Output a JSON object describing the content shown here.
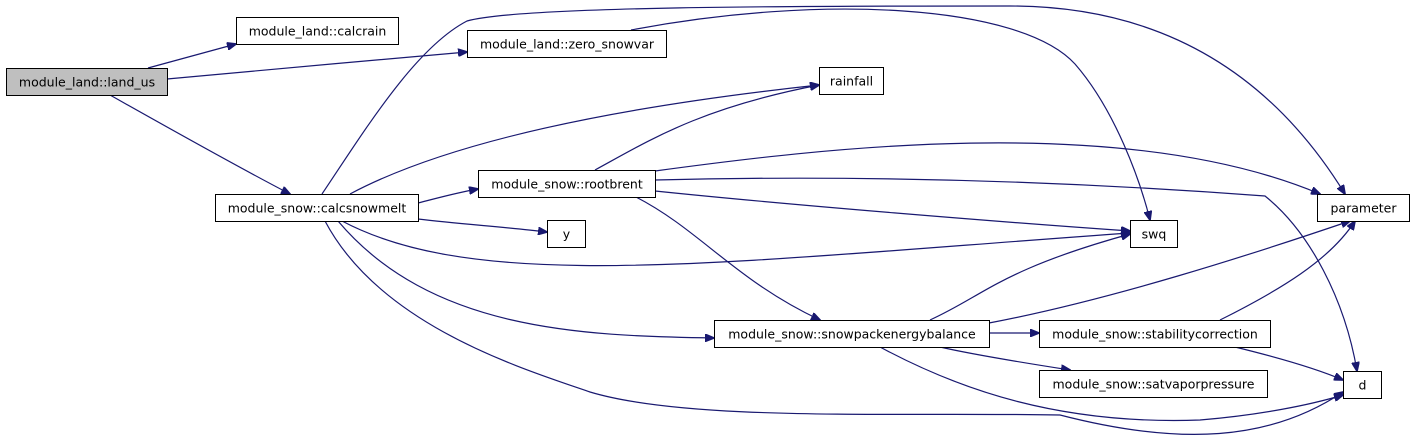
{
  "graph": {
    "nodes": [
      {
        "id": "land_us",
        "label": "module_land::land_us",
        "root": true
      },
      {
        "id": "calcrain",
        "label": "module_land::calcrain"
      },
      {
        "id": "zero_snowvar",
        "label": "module_land::zero_snowvar"
      },
      {
        "id": "rainfall",
        "label": "rainfall"
      },
      {
        "id": "rootbrent",
        "label": "module_snow::rootbrent"
      },
      {
        "id": "calcsnowmelt",
        "label": "module_snow::calcsnowmelt"
      },
      {
        "id": "y",
        "label": "y"
      },
      {
        "id": "swq",
        "label": "swq"
      },
      {
        "id": "parameter",
        "label": "parameter"
      },
      {
        "id": "snowpackenergybalance",
        "label": "module_snow::snowpackenergybalance"
      },
      {
        "id": "stabilitycorrection",
        "label": "module_snow::stabilitycorrection"
      },
      {
        "id": "satvaporpressure",
        "label": "module_snow::satvaporpressure"
      },
      {
        "id": "d",
        "label": "d"
      }
    ],
    "edges": [
      {
        "from": "land_us",
        "to": "calcrain"
      },
      {
        "from": "land_us",
        "to": "zero_snowvar"
      },
      {
        "from": "land_us",
        "to": "calcsnowmelt"
      },
      {
        "from": "zero_snowvar",
        "to": "swq"
      },
      {
        "from": "calcsnowmelt",
        "to": "parameter"
      },
      {
        "from": "calcsnowmelt",
        "to": "rainfall"
      },
      {
        "from": "calcsnowmelt",
        "to": "rootbrent"
      },
      {
        "from": "calcsnowmelt",
        "to": "y"
      },
      {
        "from": "calcsnowmelt",
        "to": "swq"
      },
      {
        "from": "calcsnowmelt",
        "to": "snowpackenergybalance"
      },
      {
        "from": "calcsnowmelt",
        "to": "d"
      },
      {
        "from": "rootbrent",
        "to": "rainfall"
      },
      {
        "from": "rootbrent",
        "to": "parameter"
      },
      {
        "from": "rootbrent",
        "to": "swq"
      },
      {
        "from": "rootbrent",
        "to": "d"
      },
      {
        "from": "rootbrent",
        "to": "snowpackenergybalance"
      },
      {
        "from": "snowpackenergybalance",
        "to": "swq"
      },
      {
        "from": "snowpackenergybalance",
        "to": "parameter"
      },
      {
        "from": "snowpackenergybalance",
        "to": "stabilitycorrection"
      },
      {
        "from": "snowpackenergybalance",
        "to": "satvaporpressure"
      },
      {
        "from": "snowpackenergybalance",
        "to": "d"
      },
      {
        "from": "stabilitycorrection",
        "to": "parameter"
      },
      {
        "from": "stabilitycorrection",
        "to": "d"
      }
    ],
    "colors": {
      "edge": "#191970",
      "node_fill": "#ffffff",
      "root_fill": "#bfbfbf",
      "border": "#000000"
    }
  }
}
